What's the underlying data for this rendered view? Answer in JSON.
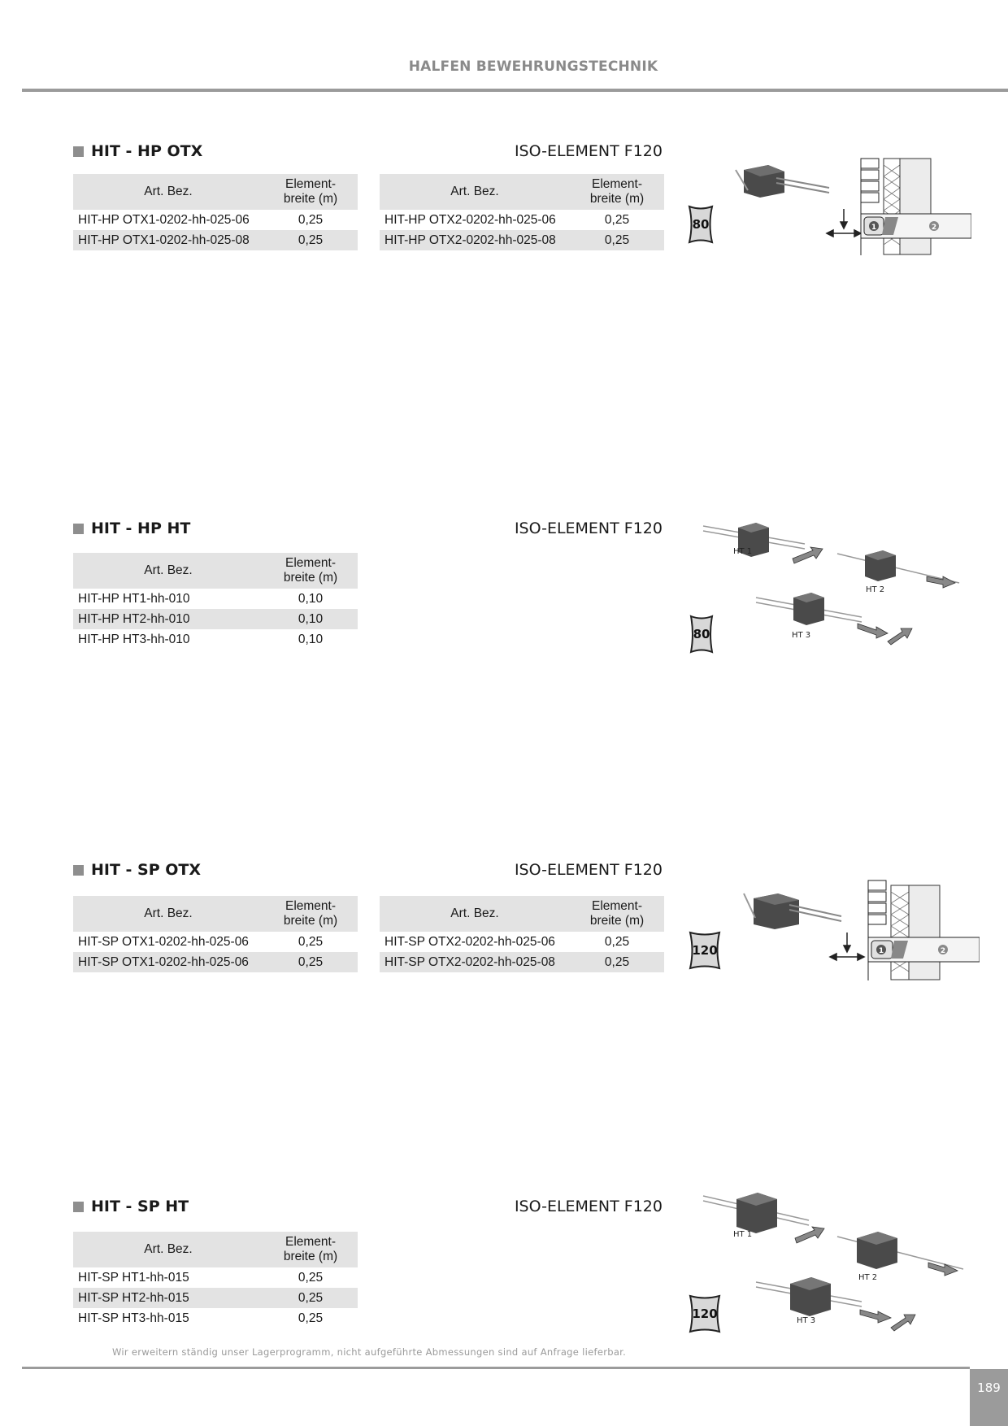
{
  "header": {
    "title": "HALFEN BEWEHRUNGSTECHNIK"
  },
  "col_headers": {
    "art": "Art. Bez.",
    "width_line1": "Element-",
    "width_line2": "breite (m)"
  },
  "sections": [
    {
      "title": "HIT - HP OTX",
      "iso": "ISO-ELEMENT F120",
      "badge": "80",
      "table_left": [
        {
          "name": "HIT-HP OTX1-0202-hh-025-06",
          "width": "0,25"
        },
        {
          "name": "HIT-HP OTX1-0202-hh-025-08",
          "width": "0,25"
        }
      ],
      "table_right": [
        {
          "name": "HIT-HP OTX2-0202-hh-025-06",
          "width": "0,25"
        },
        {
          "name": "HIT-HP OTX2-0202-hh-025-08",
          "width": "0,25"
        }
      ],
      "fig_labels": {
        "n1": "1",
        "n2": "2"
      }
    },
    {
      "title": "HIT - HP HT",
      "iso": "ISO-ELEMENT F120",
      "badge": "80",
      "table_left": [
        {
          "name": "HIT-HP HT1-hh-010",
          "width": "0,10"
        },
        {
          "name": "HIT-HP HT2-hh-010",
          "width": "0,10"
        },
        {
          "name": "HIT-HP HT3-hh-010",
          "width": "0,10"
        }
      ],
      "fig_labels": {
        "ht1": "HT 1",
        "ht2": "HT 2",
        "ht3": "HT 3"
      }
    },
    {
      "title": "HIT - SP OTX",
      "iso": "ISO-ELEMENT F120",
      "badge": "120",
      "table_left": [
        {
          "name": "HIT-SP OTX1-0202-hh-025-06",
          "width": "0,25"
        },
        {
          "name": "HIT-SP OTX1-0202-hh-025-06",
          "width": "0,25"
        }
      ],
      "table_right": [
        {
          "name": "HIT-SP OTX2-0202-hh-025-06",
          "width": "0,25"
        },
        {
          "name": "HIT-SP OTX2-0202-hh-025-08",
          "width": "0,25"
        }
      ],
      "fig_labels": {
        "n1": "1",
        "n2": "2"
      }
    },
    {
      "title": "HIT - SP HT",
      "iso": "ISO-ELEMENT F120",
      "badge": "120",
      "table_left": [
        {
          "name": "HIT-SP HT1-hh-015",
          "width": "0,25"
        },
        {
          "name": "HIT-SP HT2-hh-015",
          "width": "0,25"
        },
        {
          "name": "HIT-SP HT3-hh-015",
          "width": "0,25"
        }
      ],
      "fig_labels": {
        "ht1": "HT 1",
        "ht2": "HT 2",
        "ht3": "HT 3"
      }
    }
  ],
  "footnote": "Wir erweitern ständig unser Lagerprogramm, nicht aufgeführte Abmessungen sind auf Anfrage lieferbar.",
  "page_number": "189"
}
